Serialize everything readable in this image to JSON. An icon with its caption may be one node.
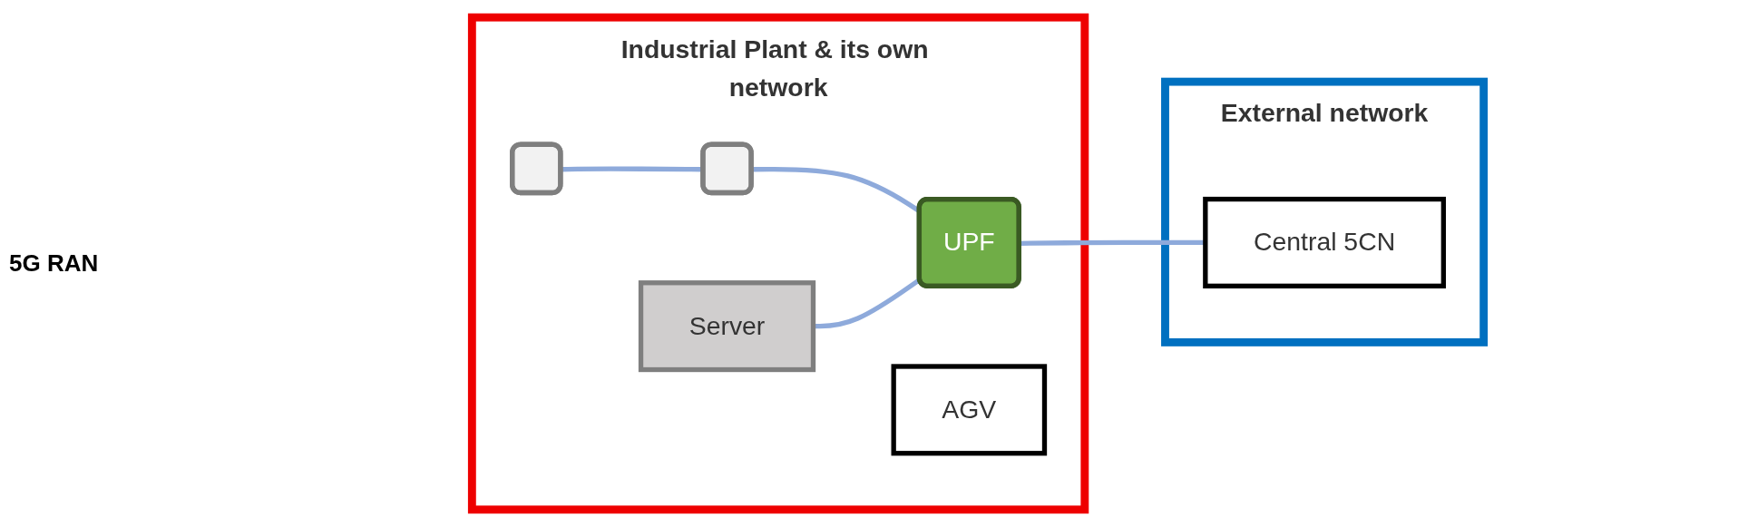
{
  "diagram": {
    "nodes": [
      {
        "text": [
          "Industrial Plant & its own network"
        ]
      },
      {
        "text": [],
        "shape": "box",
        "in": 0
      },
      {
        "text": [],
        "shape": "box",
        "in": 0
      },
      {
        "text": [
          "Server"
        ],
        "in": 0
      },
      {
        "text": [
          "UPF"
        ],
        "in": 0
      },
      {
        "text": [
          "AGV"
        ],
        "in": 0
      },
      {
        "text": [
          "External network"
        ]
      },
      {
        "text": [
          "Central 5CN"
        ],
        "in": 6
      }
    ],
    "edges": [
      {
        "from": 1,
        "to": 2,
        "arrow": "none"
      },
      {
        "from": 2,
        "to": 4,
        "arrow": "none"
      },
      {
        "from": 3,
        "to": 4,
        "arrow": "none"
      },
      {
        "from": 4,
        "to": 7,
        "arrow": "none"
      }
    ],
    "labels": [
      "5G RAN"
    ]
  }
}
